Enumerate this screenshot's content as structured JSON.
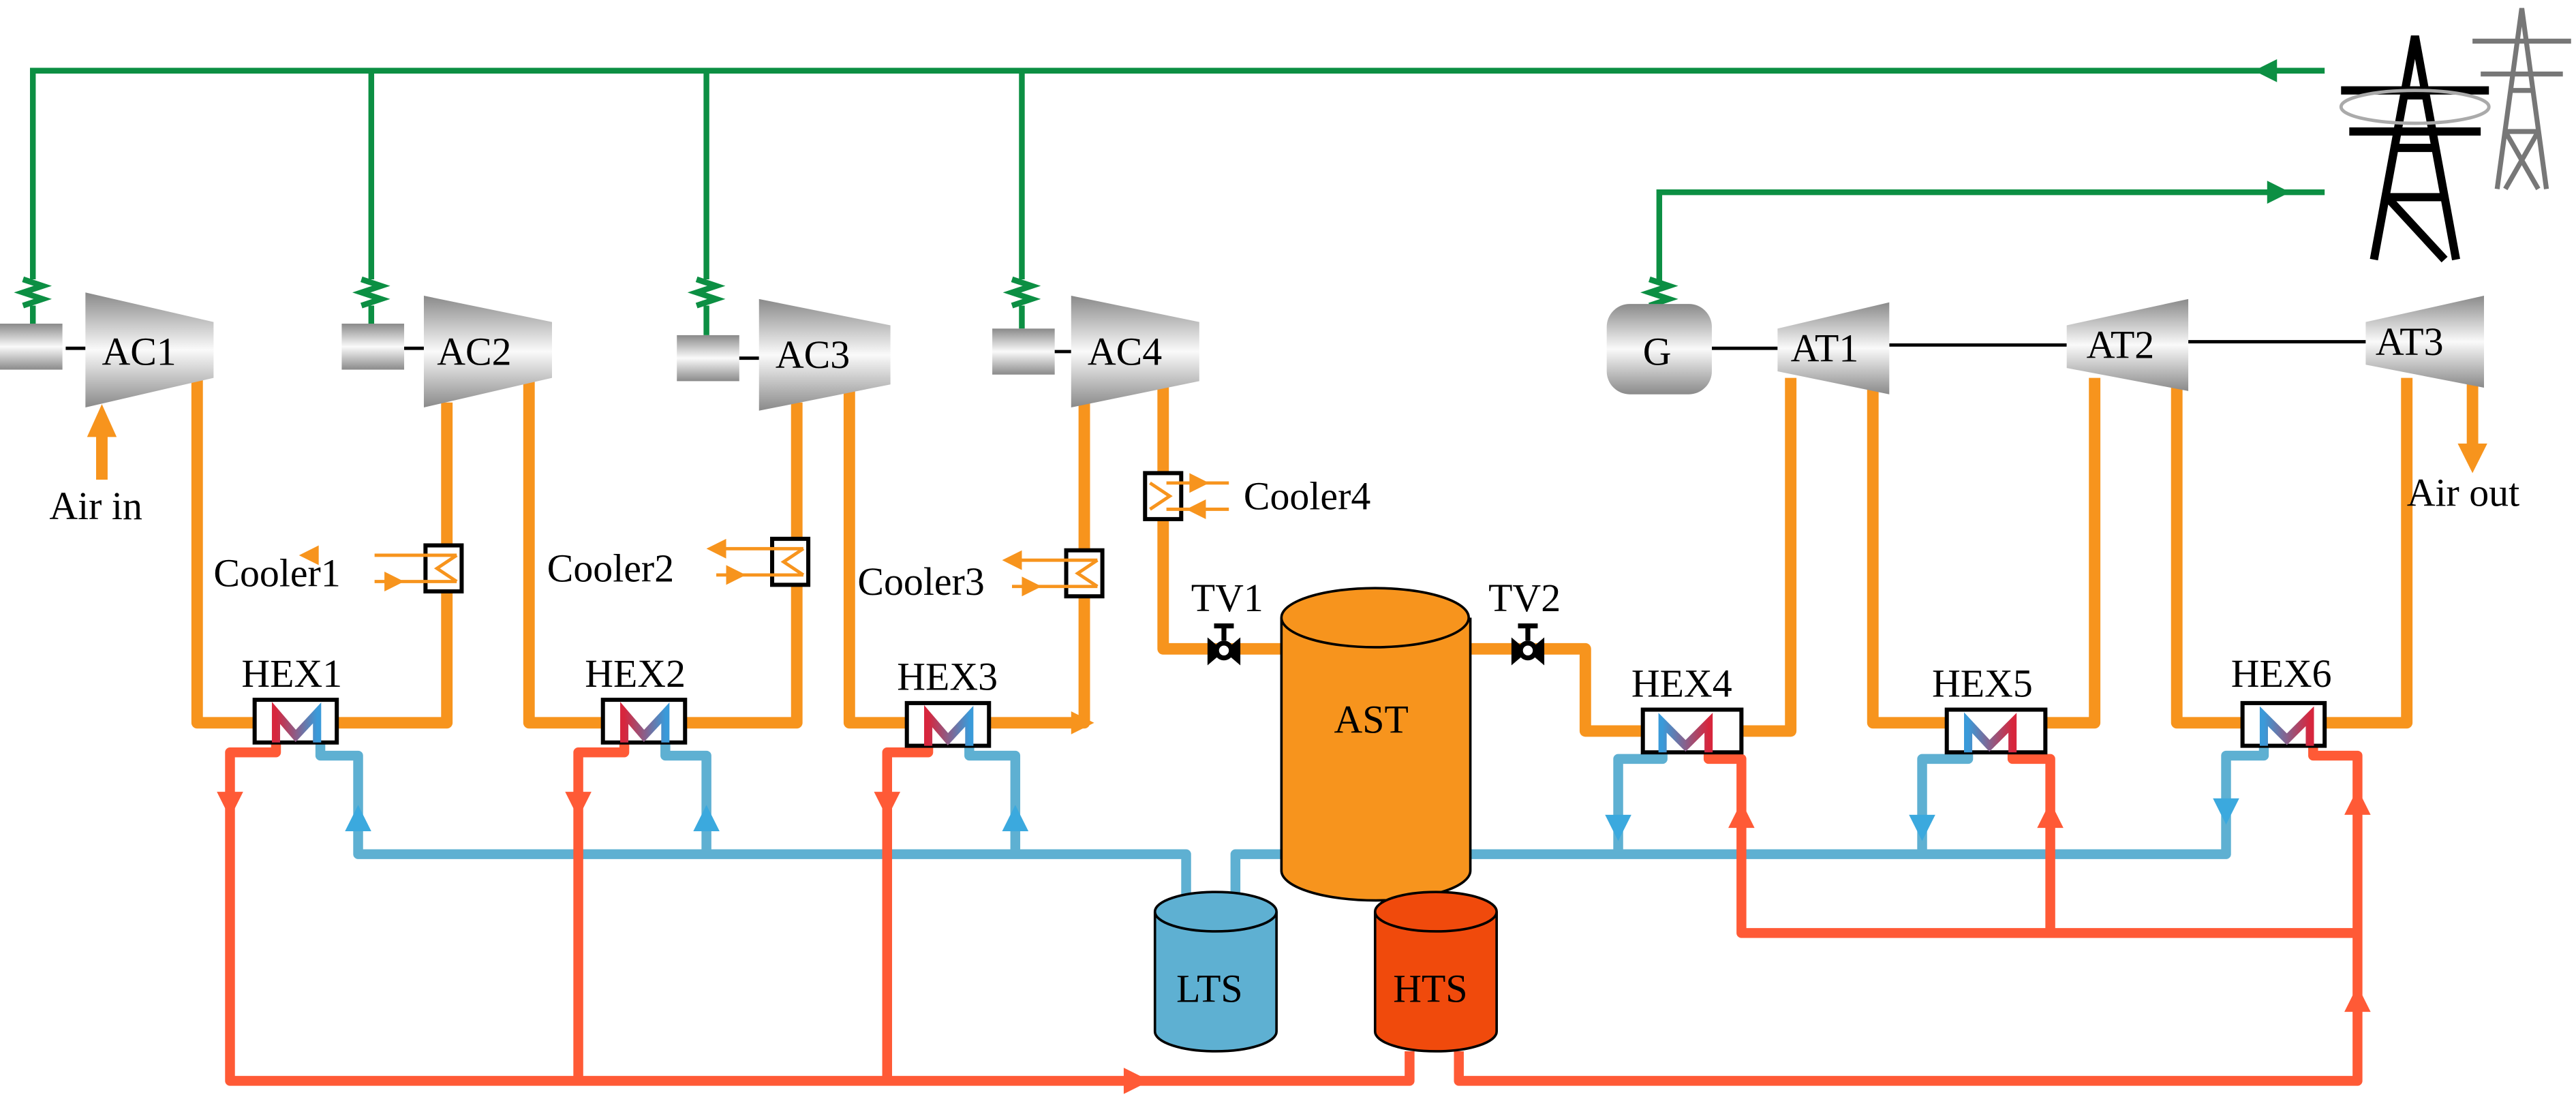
{
  "colors": {
    "air": "#F7941D",
    "hot": "#FF5A36",
    "cold": "#5EB0D2",
    "electric": "#0C8F43",
    "hts_tank": "#F04A0C",
    "lts_tank": "#5EB0D2",
    "ast_tank": "#F7941D"
  },
  "compressors": [
    "AC1",
    "AC2",
    "AC3",
    "AC4"
  ],
  "turbines": [
    "AT1",
    "AT2",
    "AT3"
  ],
  "generator": "G",
  "coolers": [
    "Cooler1",
    "Cooler2",
    "Cooler3",
    "Cooler4"
  ],
  "heat_exchangers": [
    "HEX1",
    "HEX2",
    "HEX3",
    "HEX4",
    "HEX5",
    "HEX6"
  ],
  "valves": [
    "TV1",
    "TV2"
  ],
  "tanks": {
    "ast": "AST",
    "lts": "LTS",
    "hts": "HTS"
  },
  "labels": {
    "air_in": "Air in",
    "air_out": "Air out"
  },
  "icons": {
    "grid": "transmission-tower-icon",
    "motor": "motor-icon",
    "valve": "throttle-valve-icon",
    "hex": "heat-exchanger-icon"
  }
}
